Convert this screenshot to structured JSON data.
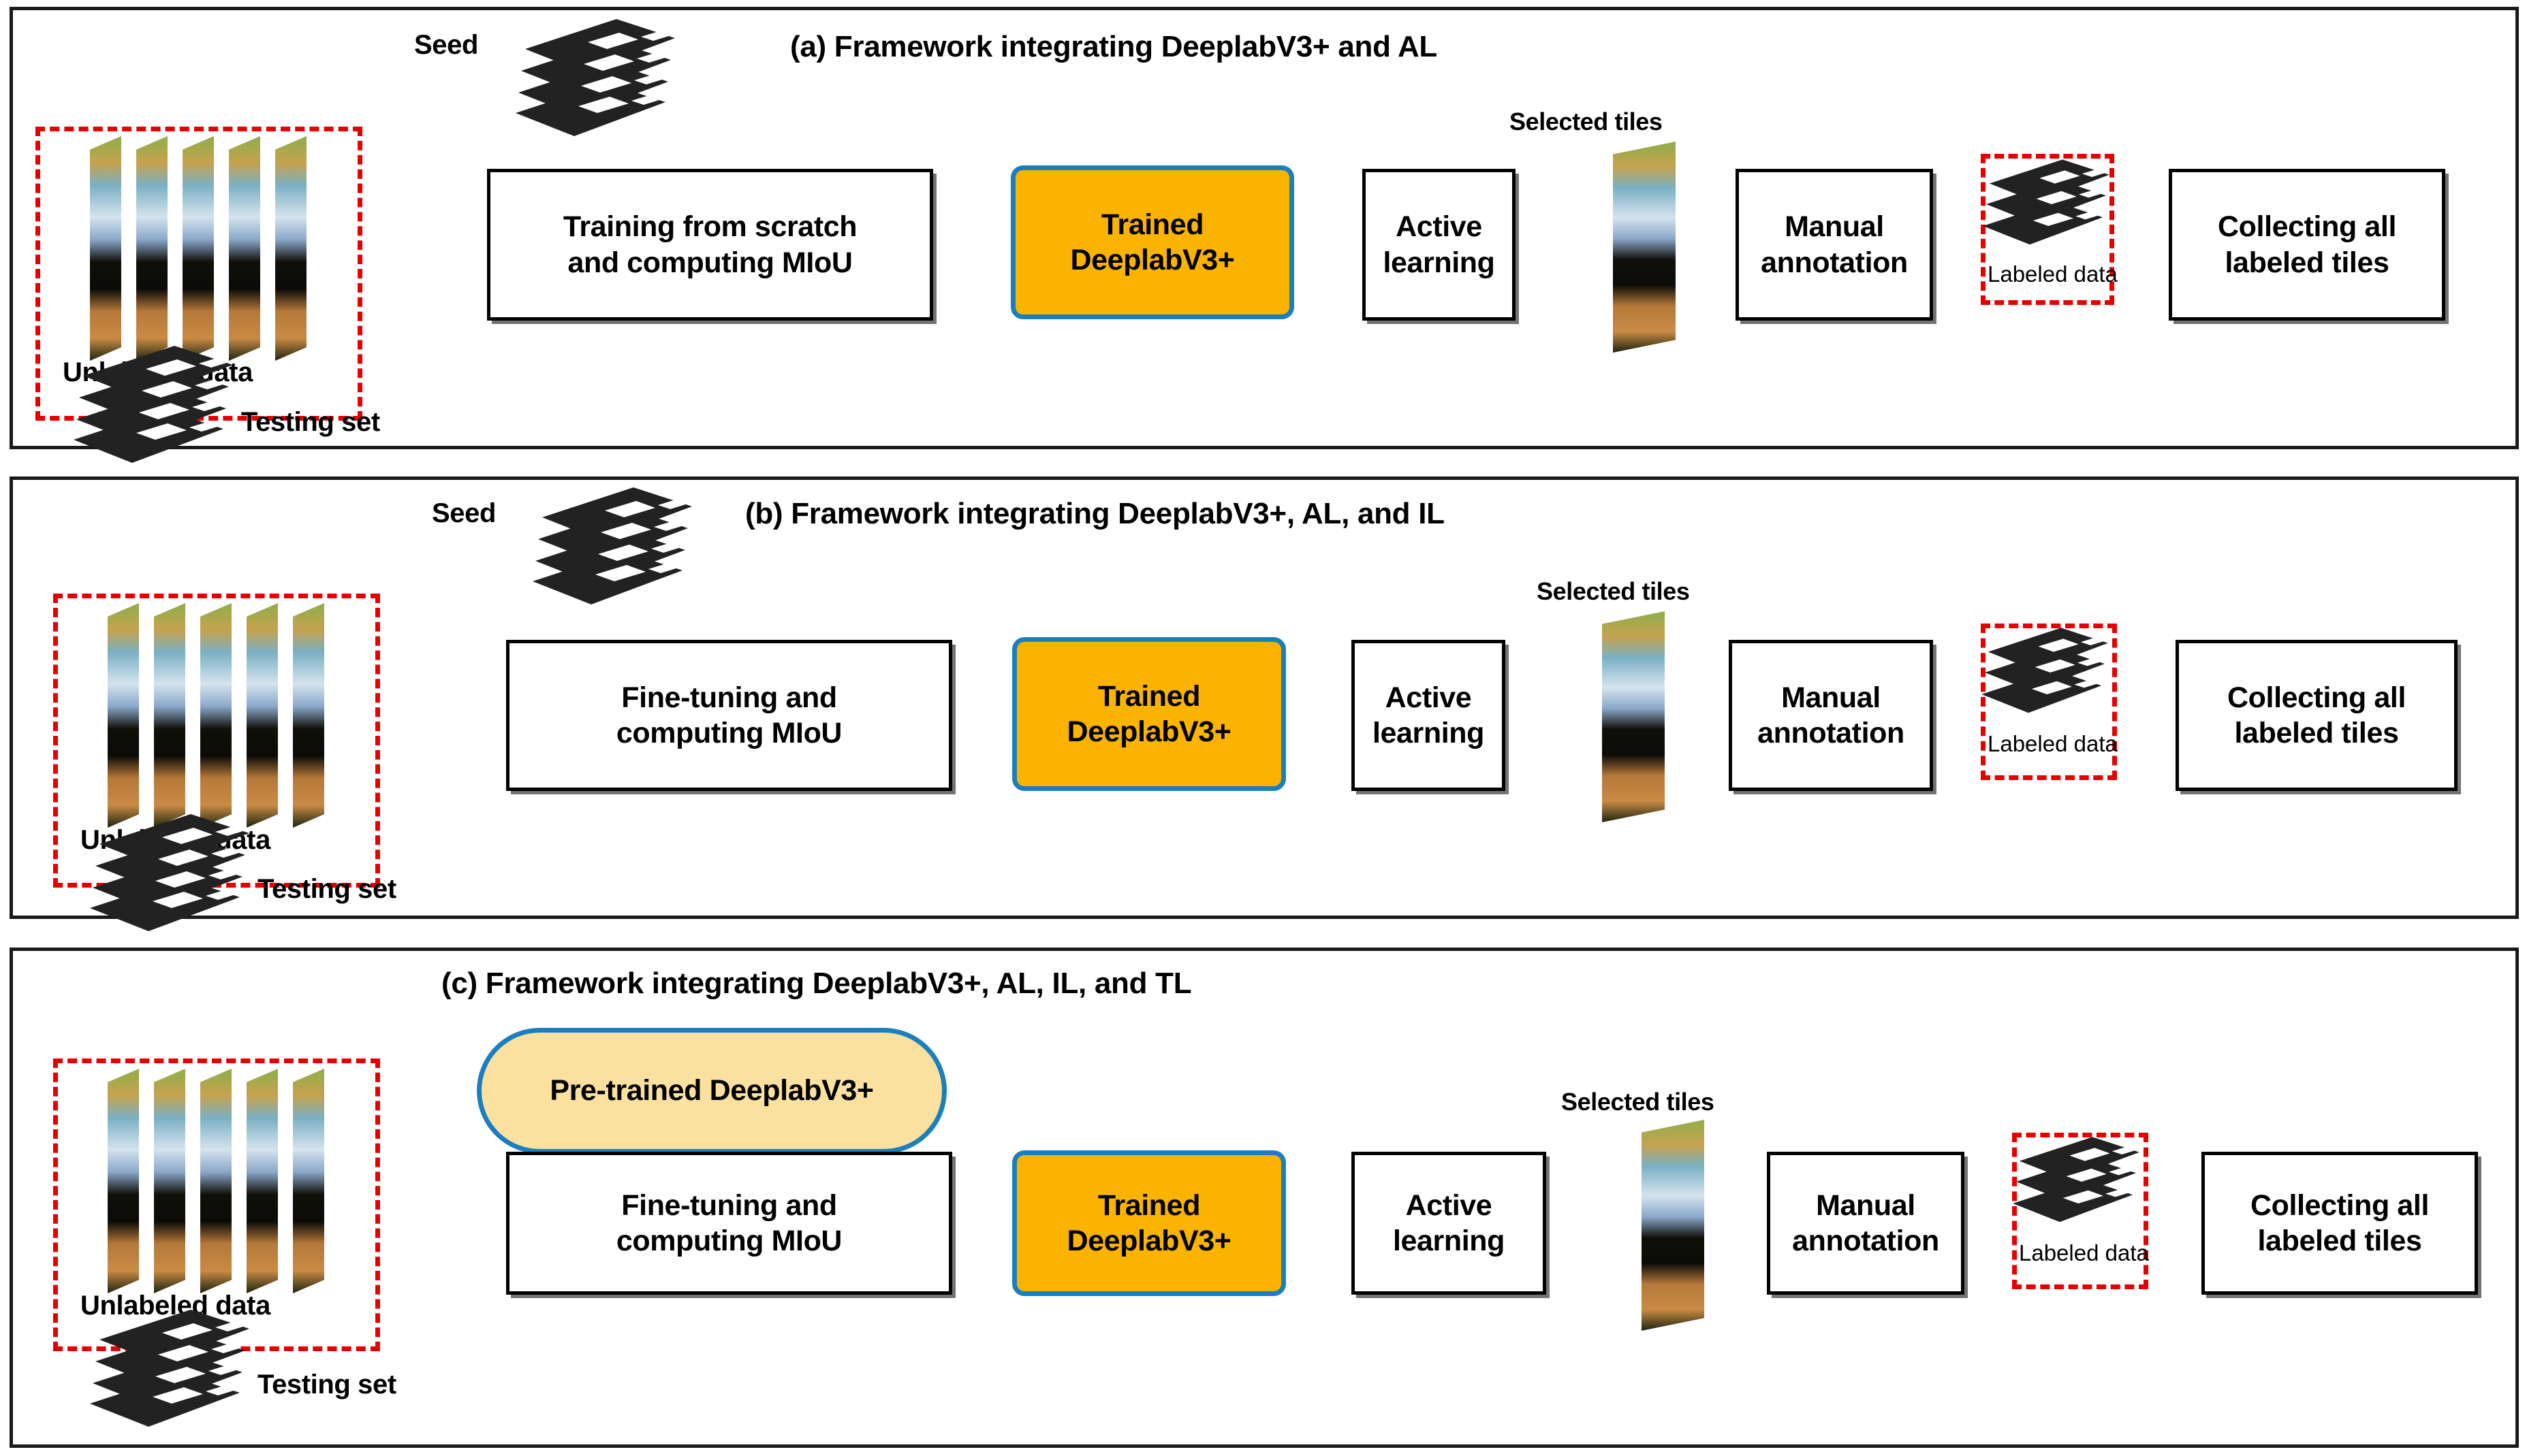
{
  "figure": {
    "type": "flowchart",
    "panel_count": 3,
    "colors": {
      "accent_blue": "#1b7fbd",
      "accent_yellow": "#F5B000",
      "accent_red": "#e60000",
      "trained_box_fill": "#FAB400",
      "pretrained_pill_fill": "#FBE1A0",
      "frame_black": "#1a1a1a"
    }
  },
  "panels": [
    {
      "id": "a",
      "title": "(a) Framework integrating DeeplabV3+ and AL",
      "nodes": {
        "unlabeled_data": "Unlabeled data",
        "testing_set": "Testing set",
        "seed": "Seed",
        "train": "Training from scratch and computing MIoU",
        "train_line1": "Training from scratch",
        "train_line2": "and computing MIoU",
        "trained_model_line1": "Trained",
        "trained_model_line2": "DeeplabV3+",
        "active_learning_line1": "Active",
        "active_learning_line2": "learning",
        "selected_tiles": "Selected tiles",
        "manual_annotation_line1": "Manual",
        "manual_annotation_line2": "annotation",
        "labeled_data": "Labeled data",
        "collecting_line1": "Collecting all",
        "collecting_line2": "labeled tiles"
      }
    },
    {
      "id": "b",
      "title": "(b) Framework integrating DeeplabV3+, AL, and IL",
      "nodes": {
        "unlabeled_data": "Unlabeled data",
        "testing_set": "Testing set",
        "seed": "Seed",
        "train_line1": "Fine-tuning and",
        "train_line2": "computing MIoU",
        "trained_model_line1": "Trained",
        "trained_model_line2": "DeeplabV3+",
        "active_learning_line1": "Active",
        "active_learning_line2": "learning",
        "selected_tiles": "Selected tiles",
        "manual_annotation_line1": "Manual",
        "manual_annotation_line2": "annotation",
        "labeled_data": "Labeled data",
        "collecting_line1": "Collecting all",
        "collecting_line2": "labeled tiles"
      }
    },
    {
      "id": "c",
      "title": "(c) Framework integrating DeeplabV3+, AL, IL, and TL",
      "nodes": {
        "unlabeled_data": "Unlabeled data",
        "testing_set": "Testing set",
        "pretrained_line1": "Pre-trained",
        "pretrained_line2": "DeeplabV3+",
        "train_line1": "Fine-tuning and",
        "train_line2": "computing MIoU",
        "trained_model_line1": "Trained",
        "trained_model_line2": "DeeplabV3+",
        "active_learning_line1": "Active",
        "active_learning_line2": "learning",
        "selected_tiles": "Selected tiles",
        "manual_annotation_line1": "Manual",
        "manual_annotation_line2": "annotation",
        "labeled_data": "Labeled data",
        "collecting_line1": "Collecting all",
        "collecting_line2": "labeled tiles"
      }
    }
  ]
}
